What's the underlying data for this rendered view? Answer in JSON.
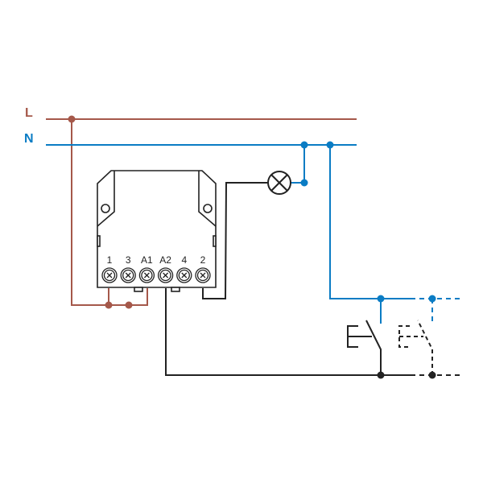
{
  "lines": {
    "live_label": "L",
    "neutral_label": "N"
  },
  "device": {
    "terminals": [
      "1",
      "3",
      "A1",
      "A2",
      "4",
      "2"
    ]
  },
  "colors": {
    "live": "#a5584a",
    "neutral": "#0a7cc4",
    "wire": "#222222"
  },
  "icons": {
    "lamp": "lamp-icon",
    "switch": "pushbutton-switch-icon",
    "optional_switch": "pushbutton-switch-optional-icon"
  }
}
